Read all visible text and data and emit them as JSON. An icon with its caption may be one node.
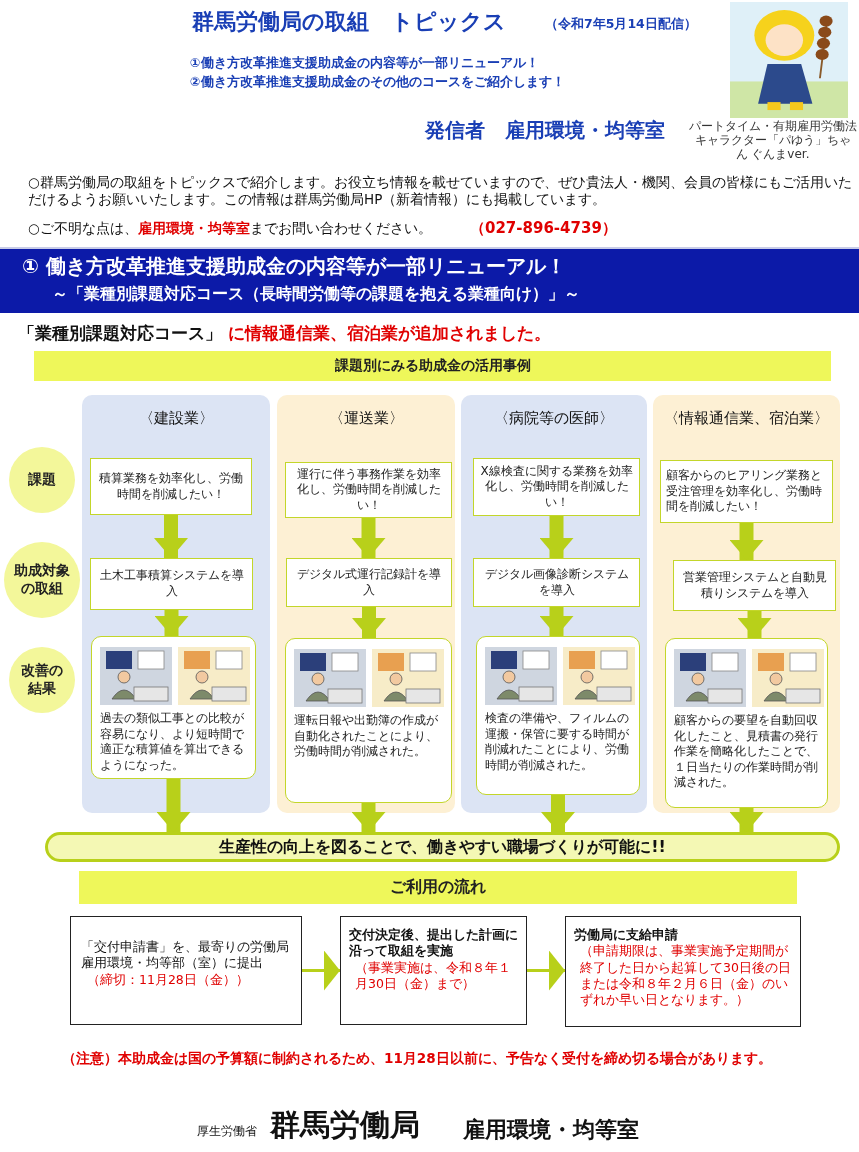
{
  "diagram": {
    "title": "群馬労働局の取組　トピックス",
    "nodes": [
      {
        "text": [
          "① 働き方改革推進支援助成金の内容等が一部リニューアル！",
          "～「業種別課題対応コース（長時間労働等の課題を抱える業種向け）」～"
        ]
      },
      {
        "text": [
          "課題別にみる助成金の活用事例"
        ]
      },
      {
        "text": [
          "課題"
        ]
      },
      {
        "text": [
          "助成対象の取組"
        ]
      },
      {
        "text": [
          "改善の結果"
        ]
      },
      {
        "text": [
          "〈建設業〉"
        ]
      },
      {
        "text": [
          "積算業務を効率化し、労働時間を削減したい！"
        ],
        "in": 5
      },
      {
        "text": [
          "土木工事積算システムを導入"
        ],
        "in": 5
      },
      {
        "text": [
          "過去の類似工事との比較が容易になり、より短時間で適正な積算値を算出できるようになった。"
        ],
        "in": 5
      },
      {
        "text": [
          "〈運送業〉"
        ]
      },
      {
        "text": [
          "運行に伴う事務作業を効率化し、労働時間を削減したい！"
        ],
        "in": 9
      },
      {
        "text": [
          "デジタル式運行記録計を導入"
        ],
        "in": 9
      },
      {
        "text": [
          "運転日報や出勤簿の作成が自動化されたことにより、労働時間が削減された。"
        ],
        "in": 9
      },
      {
        "text": [
          "〈病院等の医師〉"
        ]
      },
      {
        "text": [
          "X線検査に関する業務を効率化し、労働時間を削減したい！"
        ],
        "in": 13
      },
      {
        "text": [
          "デジタル画像診断システムを導入"
        ],
        "in": 13
      },
      {
        "text": [
          "検査の準備や、フィルムの運搬・保管に要する時間が削減れたことにより、労働時間が削減された。"
        ],
        "in": 13
      },
      {
        "text": [
          "〈情報通信業、宿泊業〉"
        ]
      },
      {
        "text": [
          "顧客からのヒアリング業務と受注管理を効率化し、労働時間を削減したい！"
        ],
        "in": 17
      },
      {
        "text": [
          "営業管理システムと自動見積りシステムを導入"
        ],
        "in": 17
      },
      {
        "text": [
          "顧客からの要望を自動回収化したこと、見積書の発行作業を簡略化したことで、１日当たりの作業時間が削減された。"
        ],
        "in": 17
      },
      {
        "text": [
          "生産性の向上を図ることで、働きやすい職場づくりが可能に!!"
        ]
      },
      {
        "text": [
          "ご利用の流れ"
        ]
      },
      {
        "text": [
          "「交付申請書」を、最寄りの労働局雇用環境・均等部（室）に提出",
          "（締切：11月28日（金））"
        ]
      },
      {
        "text": [
          "交付決定後、提出した計画に沿って取組を実施",
          "（事業実施は、令和８年１月30日（金）まで）"
        ]
      },
      {
        "text": [
          "労働局に支給申請",
          "（申請期限は、事業実施予定期間が終了した日から起算して30日後の日または令和８年２月６日（金）のいずれか早い日となります。）"
        ]
      },
      {
        "text": [],
        "shape": "picture",
        "beside": [
          "パートタイム・有期雇用労働法キャラクター「パゆう」ちゃん ぐんまver."
        ]
      }
    ],
    "edges": [
      {
        "from": 6,
        "to": 7,
        "arrow": "to"
      },
      {
        "from": 7,
        "to": 8,
        "arrow": "to"
      },
      {
        "from": 8,
        "to": 21,
        "arrow": "to"
      },
      {
        "from": 10,
        "to": 11,
        "arrow": "to"
      },
      {
        "from": 11,
        "to": 12,
        "arrow": "to"
      },
      {
        "from": 12,
        "to": 21,
        "arrow": "to"
      },
      {
        "from": 14,
        "to": 15,
        "arrow": "to"
      },
      {
        "from": 15,
        "to": 16,
        "arrow": "to"
      },
      {
        "from": 16,
        "to": 21,
        "arrow": "to"
      },
      {
        "from": 18,
        "to": 19,
        "arrow": "to"
      },
      {
        "from": 19,
        "to": 20,
        "arrow": "to"
      },
      {
        "from": 20,
        "to": 21,
        "arrow": "to"
      },
      {
        "from": 23,
        "to": 24,
        "arrow": "to"
      },
      {
        "from": 24,
        "to": 25,
        "arrow": "to"
      }
    ],
    "labels": [
      "（令和7年5月14日配信）",
      "①働き方改革推進支援助成金の内容等が一部リニューアル！",
      "②働き方改革推進支援助成金のその他のコースをご紹介します！",
      "発信者　雇用環境・均等室",
      "○群馬労働局の取組をトピックスで紹介します。お役立ち情報を載せていますので、ぜひ貴法人・機関、会員の皆様にもご活用いただけるようお願いいたします。この情報は群馬労働局HP（新着情報）にも掲載しています。",
      "○ご不明な点は、**雇用環境・均等室**までお問い合わせください。",
      "（027-896-4739）",
      "「業種別課題対応コース」",
      "に情報通信業、宿泊業が追加されました。",
      "（注意）本助成金は国の予算額に制約されるため、11月28日以前に、予告なく受付を締め切る場合があります。",
      "厚生労働省",
      "群馬労働局",
      "雇用環境・均等室"
    ]
  }
}
